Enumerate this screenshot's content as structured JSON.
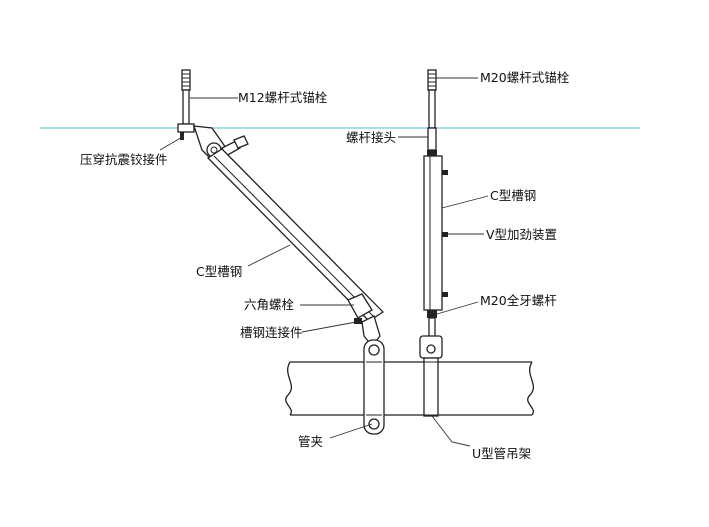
{
  "labels": {
    "m12_anchor": "M12螺杆式锚栓",
    "m20_anchor": "M20螺杆式锚栓",
    "seismic_hinge": "压穿抗震铰接件",
    "rod_coupler": "螺杆接头",
    "c_channel_right": "C型槽钢",
    "v_stiffener": "V型加劲装置",
    "c_channel_left": "C型槽钢",
    "hex_bolt": "六角螺栓",
    "full_thread_rod": "M20全牙螺杆",
    "channel_connector": "槽钢连接件",
    "pipe_clamp": "管夹",
    "u_hanger": "U型管吊架"
  },
  "colors": {
    "ceiling_line": "#8fd6df",
    "stroke": "#222222",
    "text": "#111111"
  }
}
